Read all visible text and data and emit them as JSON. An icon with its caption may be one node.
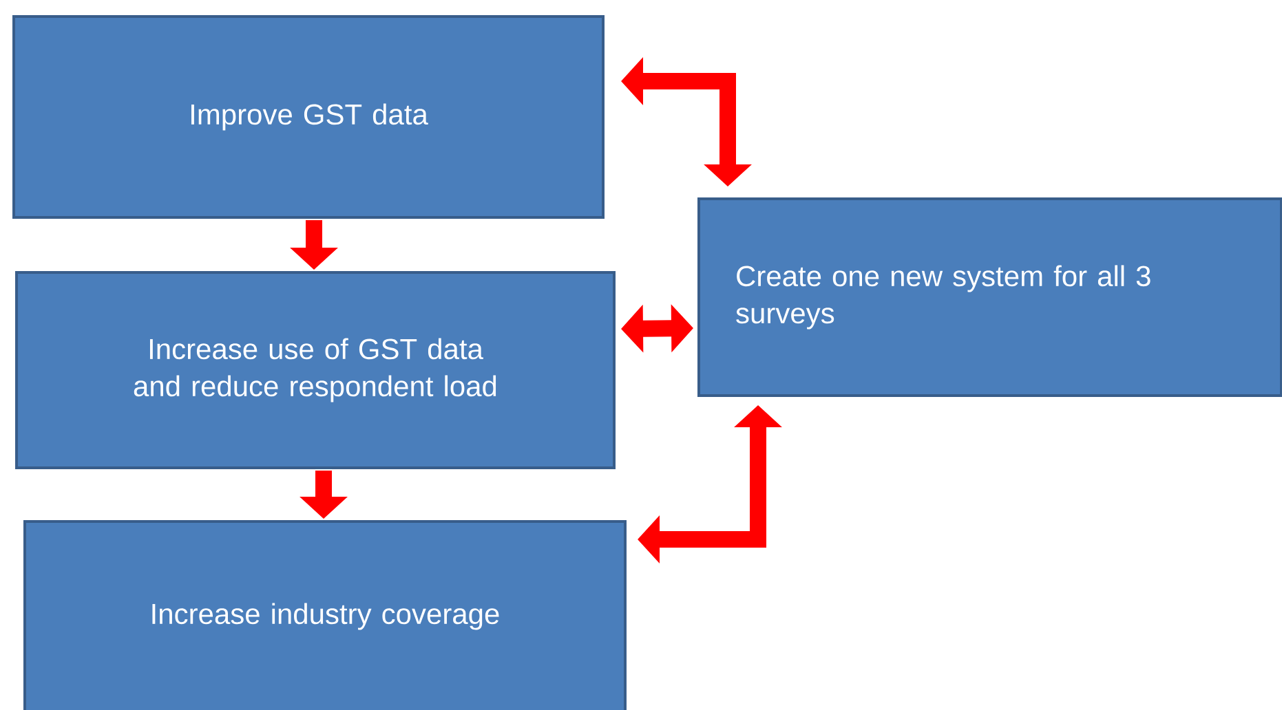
{
  "diagram": {
    "nodes": [
      {
        "text": [
          "Improve GST data"
        ]
      },
      {
        "text": [
          "Increase use of GST data and reduce respondent load"
        ]
      },
      {
        "text": [
          "Increase industry coverage"
        ]
      },
      {
        "text": [
          "Create one new system for all 3 surveys"
        ]
      }
    ],
    "edges": [
      {
        "from": 0,
        "to": 1,
        "arrow": "to"
      },
      {
        "from": 1,
        "to": 2,
        "arrow": "to"
      },
      {
        "from": 1,
        "to": 3,
        "arrow": "both"
      },
      {
        "from": 0,
        "to": 3,
        "arrow": "both"
      },
      {
        "from": 2,
        "to": 3,
        "arrow": "both"
      }
    ]
  }
}
